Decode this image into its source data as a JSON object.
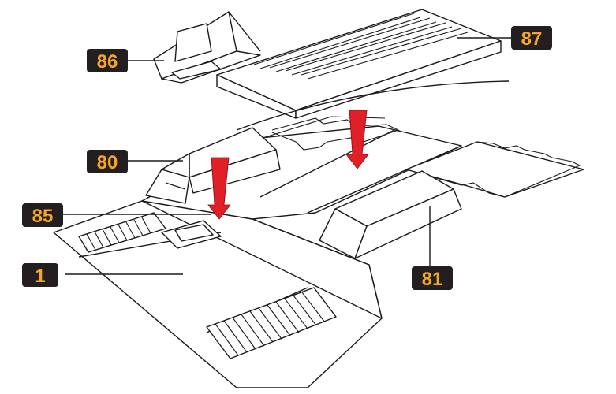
{
  "diagram": {
    "callouts": [
      {
        "id": "c86",
        "label": "86"
      },
      {
        "id": "c87",
        "label": "87"
      },
      {
        "id": "c80",
        "label": "80"
      },
      {
        "id": "c85",
        "label": "85"
      },
      {
        "id": "c1",
        "label": "1"
      },
      {
        "id": "c81",
        "label": "81"
      }
    ],
    "colors": {
      "callout_fill": "#231f20",
      "callout_text": "#f5a623",
      "arrow": "#e01f26",
      "line": "#1a1a1a",
      "background": "#ffffff"
    }
  }
}
